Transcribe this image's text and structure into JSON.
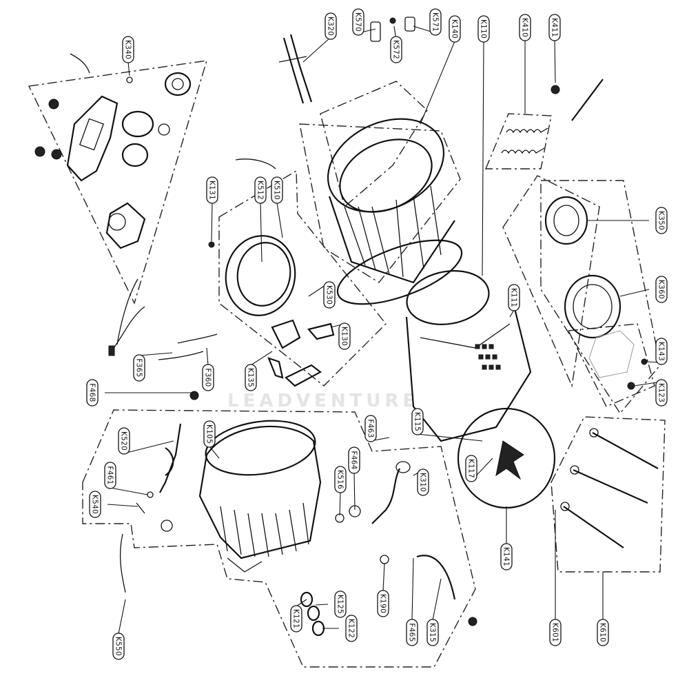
{
  "watermark": "LEADVENTURE",
  "parts": [
    {
      "id": "K320",
      "label": "K320"
    },
    {
      "id": "K570",
      "label": "K570"
    },
    {
      "id": "K572",
      "label": "K572"
    },
    {
      "id": "K571",
      "label": "K571"
    },
    {
      "id": "K140",
      "label": "K140"
    },
    {
      "id": "K110",
      "label": "K110"
    },
    {
      "id": "K410",
      "label": "K410"
    },
    {
      "id": "K411",
      "label": "K411"
    },
    {
      "id": "K340",
      "label": "K340"
    },
    {
      "id": "K131",
      "label": "K131"
    },
    {
      "id": "K512",
      "label": "K512"
    },
    {
      "id": "K510",
      "label": "K510"
    },
    {
      "id": "K530",
      "label": "K530"
    },
    {
      "id": "K130",
      "label": "K130"
    },
    {
      "id": "K350",
      "label": "K350"
    },
    {
      "id": "K360",
      "label": "K360"
    },
    {
      "id": "K111",
      "label": "K111"
    },
    {
      "id": "K143",
      "label": "K143"
    },
    {
      "id": "K123",
      "label": "K123"
    },
    {
      "id": "F365",
      "label": "F365"
    },
    {
      "id": "F360",
      "label": "F360"
    },
    {
      "id": "K135",
      "label": "K135"
    },
    {
      "id": "F468",
      "label": "F468"
    },
    {
      "id": "K520",
      "label": "K520"
    },
    {
      "id": "K105",
      "label": "K105"
    },
    {
      "id": "F463",
      "label": "F463"
    },
    {
      "id": "K115",
      "label": "K115"
    },
    {
      "id": "F461",
      "label": "F461"
    },
    {
      "id": "F464",
      "label": "F464"
    },
    {
      "id": "K310",
      "label": "K310"
    },
    {
      "id": "K117",
      "label": "K117"
    },
    {
      "id": "K540",
      "label": "K540"
    },
    {
      "id": "K516",
      "label": "K516"
    },
    {
      "id": "K141",
      "label": "K141"
    },
    {
      "id": "K125",
      "label": "K125"
    },
    {
      "id": "K190",
      "label": "K190"
    },
    {
      "id": "K121",
      "label": "K121"
    },
    {
      "id": "K122",
      "label": "K122"
    },
    {
      "id": "F465",
      "label": "F465"
    },
    {
      "id": "K315",
      "label": "K315"
    },
    {
      "id": "K550",
      "label": "K550"
    },
    {
      "id": "K601",
      "label": "K601"
    },
    {
      "id": "K610",
      "label": "K610"
    }
  ]
}
